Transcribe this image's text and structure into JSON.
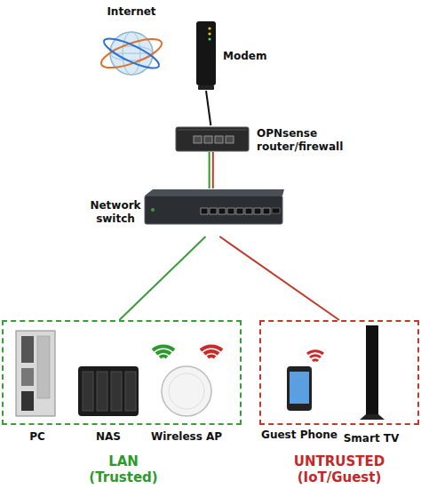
{
  "diagram": {
    "nodes": [
      {
        "text": [
          "Internet"
        ]
      },
      {
        "text": [
          "Modem"
        ]
      },
      {
        "text": [
          "OPNsense router/firewall"
        ]
      },
      {
        "text": [
          "Network switch"
        ]
      },
      {
        "text": [
          "LAN (Trusted)"
        ]
      },
      {
        "text": [
          "PC"
        ],
        "in": 4
      },
      {
        "text": [
          "NAS"
        ],
        "in": 4
      },
      {
        "text": [
          "Wireless AP"
        ],
        "in": 4
      },
      {
        "text": [
          "UNTRUSTED (IoT/Guest)"
        ]
      },
      {
        "text": [
          "Guest Phone"
        ],
        "in": 8
      },
      {
        "text": [
          "Smart TV"
        ],
        "in": 8
      }
    ],
    "edges": [
      {
        "from": 1,
        "to": 2,
        "arrow": "none"
      },
      {
        "from": 2,
        "to": 3,
        "arrow": "none"
      },
      {
        "from": 2,
        "to": 3,
        "arrow": "none"
      },
      {
        "from": 3,
        "to": 4,
        "arrow": "none"
      },
      {
        "from": 3,
        "to": 8,
        "arrow": "none"
      }
    ]
  }
}
